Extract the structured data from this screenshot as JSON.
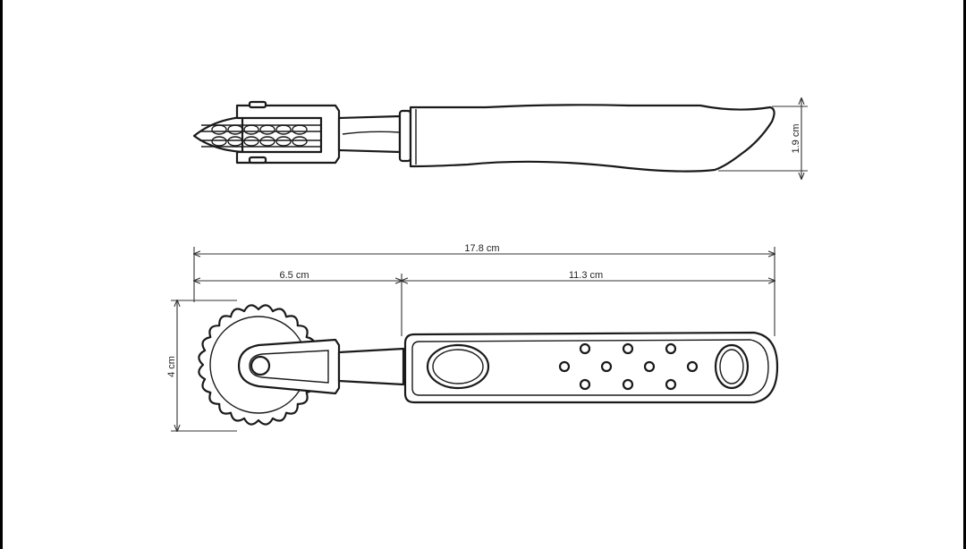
{
  "dimensions": {
    "total_length": "17.8 cm",
    "wheel_section": "6.5 cm",
    "handle_section": "11.3 cm",
    "wheel_height": "4 cm",
    "handle_thickness": "1.9 cm"
  },
  "colors": {
    "line": "#1a1a1a",
    "background": "#ffffff",
    "border": "#000000"
  }
}
